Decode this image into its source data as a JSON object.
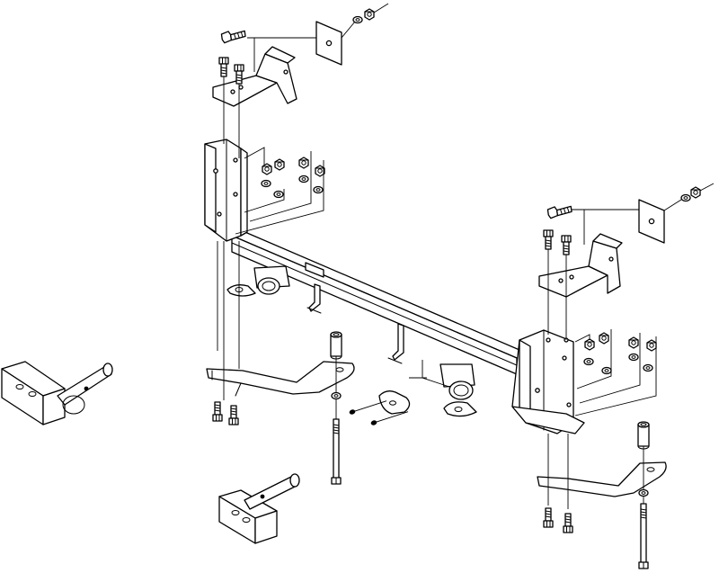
{
  "diagram": {
    "type": "exploded-parts-view",
    "line_color": "#000000",
    "background": "#ffffff",
    "parts": [
      "hitch-crossbar",
      "receiver-tube",
      "left-side-mounting-bracket",
      "right-side-mounting-bracket",
      "left-upper-bracket",
      "right-upper-bracket",
      "left-lower-support-strap",
      "right-lower-support-strap",
      "square-spacer-plate",
      "carriage-bolt",
      "hex-bolt",
      "hex-nut",
      "lock-washer",
      "long-bolt",
      "spacer-sleeve",
      "safety-chain-plate",
      "ball-mount-shank",
      "hitch-pin-and-clip"
    ]
  }
}
